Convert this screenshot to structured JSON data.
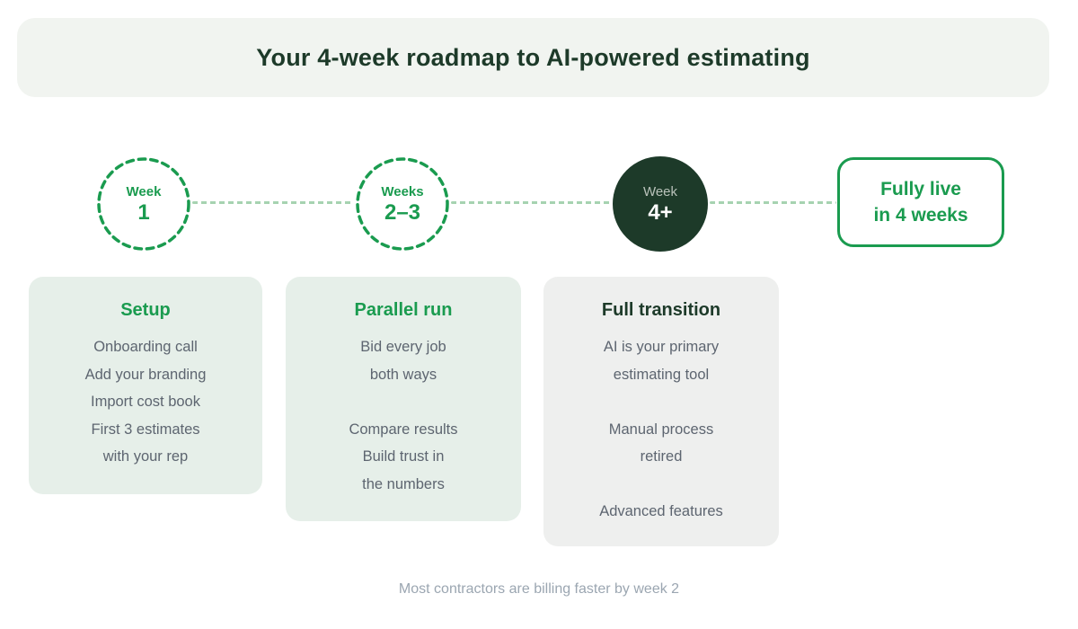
{
  "header": {
    "title": "Your 4-week roadmap to AI-powered estimating"
  },
  "timeline": {
    "milestones": [
      {
        "style": "dashed-circle",
        "label_top": "Week",
        "label_main": "1"
      },
      {
        "style": "dashed-circle",
        "label_top": "Weeks",
        "label_main": "2–3"
      },
      {
        "style": "solid-circle",
        "label_top": "Week",
        "label_main": "4+"
      },
      {
        "style": "outlined-box",
        "lines": [
          "Fully live",
          "in 4 weeks"
        ]
      }
    ]
  },
  "cards": [
    {
      "title": "Setup",
      "style": "green",
      "lines": [
        "Onboarding call",
        "Add your branding",
        "Import cost book",
        "First 3 estimates",
        "with your rep"
      ]
    },
    {
      "title": "Parallel run",
      "style": "green",
      "lines": [
        "Bid every job",
        "both ways",
        "",
        "Compare results",
        "Build trust in",
        "the numbers"
      ]
    },
    {
      "title": "Full transition",
      "style": "gray",
      "lines": [
        "AI is your primary",
        "estimating tool",
        "",
        "Manual process",
        "retired",
        "",
        "Advanced features"
      ]
    }
  ],
  "footer": {
    "note": "Most contractors are billing faster by week 2"
  },
  "colors": {
    "accent_green": "#1a9b4f",
    "dark_green": "#1d3a29",
    "connector_green": "#a6d3b1",
    "card_green_bg": "#e6efe9",
    "card_gray_bg": "#eeefee",
    "banner_bg": "#f1f4f0",
    "body_text": "#5d6570",
    "muted_text": "#9ba6b1",
    "circle_label_light": "#b9c2ba"
  }
}
